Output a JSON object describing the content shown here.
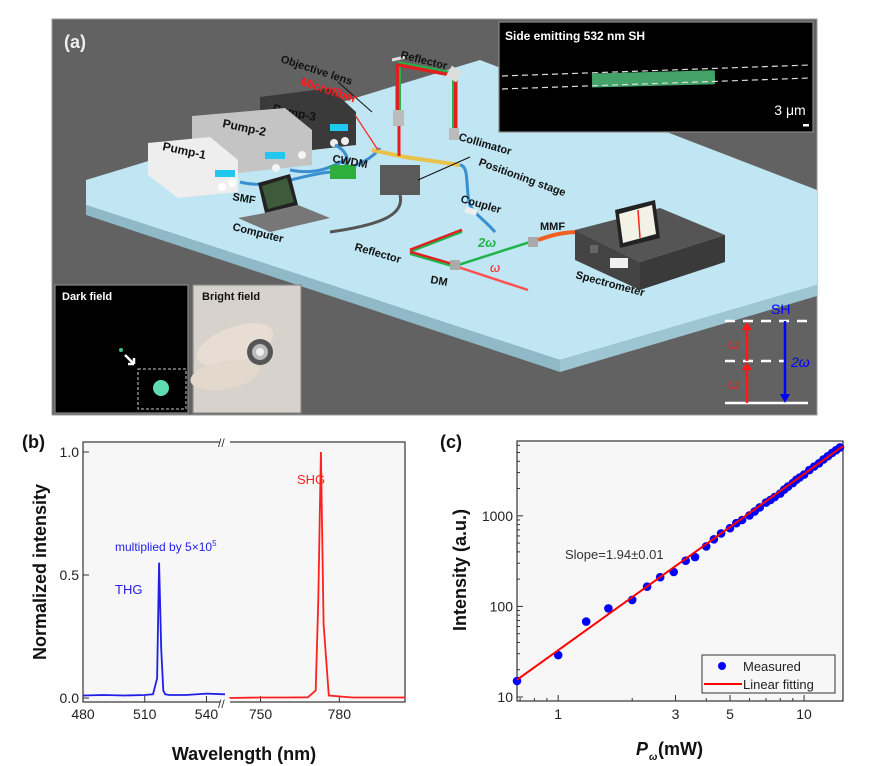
{
  "panel_a": {
    "label": "(a)",
    "components": {
      "pump1": "Pump-1",
      "pump2": "Pump-2",
      "pump3": "Pump-3",
      "smf": "SMF",
      "cwdm": "CWDM",
      "microfiber": "Microfiber",
      "objective_lens": "Objective lens",
      "reflector_top": "Reflector",
      "collimator": "Collimator",
      "positioning_stage": "Positioning stage",
      "coupler": "Coupler",
      "computer": "Computer",
      "reflector_bottom": "Reflector",
      "dm": "DM",
      "two_omega": "2ω",
      "omega": "ω",
      "mmf": "MMF",
      "spectrometer": "Spectrometer"
    },
    "inset_top": {
      "title": "Side emitting 532 nm SH",
      "scale_bar": "3 μm"
    },
    "inset_dark": {
      "title": "Dark field"
    },
    "inset_bright": {
      "title": "Bright field"
    },
    "energy_diagram": {
      "sh_label": "SH",
      "omega1": "ω",
      "omega2": "ω",
      "two_omega": "2ω"
    },
    "colors": {
      "background": "#626262",
      "table": "#bfe6f2",
      "red": "#ff1a1a",
      "green": "#22b34a",
      "blue": "#0000ff"
    }
  },
  "chart_data": [
    {
      "panel": "(b)",
      "type": "line",
      "xlabel": "Wavelength (nm)",
      "ylabel": "Normalized intensity",
      "ylim": [
        0,
        1.0
      ],
      "yticks": [
        "0.0",
        "0.5",
        "1.0"
      ],
      "segments": [
        {
          "xlim": [
            480,
            549
          ],
          "xticks": [
            "480",
            "510",
            "540"
          ]
        },
        {
          "xlim": [
            738,
            805
          ],
          "xticks": [
            "750",
            "780"
          ]
        }
      ],
      "axis_break": "//",
      "series": [
        {
          "name": "THG",
          "color": "#1f1fe6",
          "x": [
            480,
            490,
            500,
            510,
            514,
            516,
            517,
            518,
            519,
            520,
            522,
            530,
            540,
            549
          ],
          "y": [
            0.01,
            0.012,
            0.01,
            0.012,
            0.015,
            0.08,
            0.55,
            0.2,
            0.03,
            0.015,
            0.012,
            0.012,
            0.018,
            0.015
          ]
        },
        {
          "name": "SHG",
          "color": "#ff2020",
          "x": [
            738,
            750,
            760,
            768,
            771,
            772,
            773,
            774,
            776,
            785,
            805
          ],
          "y": [
            0.0,
            0.002,
            0.002,
            0.003,
            0.03,
            0.4,
            1.0,
            0.3,
            0.01,
            0.002,
            0.002
          ]
        }
      ],
      "annotations": [
        {
          "text": "SHG",
          "color": "#ff2020"
        },
        {
          "text": "THG",
          "color": "#1f1fe6"
        },
        {
          "text": "multiplied by 5×10",
          "sup": "5",
          "color": "#1f1fe6"
        }
      ]
    },
    {
      "panel": "(c)",
      "type": "scatter",
      "xscale": "log",
      "yscale": "log",
      "xlabel_main": "P",
      "xlabel_sub": "ω",
      "xlabel_unit": " (mW)",
      "ylabel": "Intensity (a.u.)",
      "xlim": [
        0.68,
        14.4
      ],
      "ylim": [
        10,
        6700
      ],
      "xticks": [
        1,
        3,
        5,
        10
      ],
      "xtick_labels": [
        "1",
        "3",
        "5",
        "10"
      ],
      "yticks": [
        10,
        100,
        1000
      ],
      "ytick_labels": [
        "10",
        "100",
        "1000"
      ],
      "annotation": "Slope=1.94±0.01",
      "legend": {
        "position": "bottom-right",
        "entries": [
          "Measured",
          "Linear fitting"
        ]
      },
      "series": [
        {
          "name": "Measured",
          "color": "#0000ff",
          "x": [
            0.68,
            1.0,
            1.3,
            1.6,
            2.0,
            2.3,
            2.6,
            2.95,
            3.3,
            3.6,
            4.0,
            4.3,
            4.6,
            5.0,
            5.3,
            5.6,
            6.0,
            6.3,
            6.6,
            7.0,
            7.3,
            7.6,
            8.0,
            8.3,
            8.6,
            9.0,
            9.3,
            9.6,
            10.0,
            10.5,
            11.0,
            11.5,
            12.0,
            12.5,
            13.0,
            13.5,
            14.0
          ],
          "y": [
            15,
            29,
            68,
            95,
            118,
            165,
            210,
            240,
            320,
            350,
            460,
            550,
            640,
            730,
            830,
            900,
            1010,
            1120,
            1240,
            1400,
            1500,
            1620,
            1760,
            1950,
            2100,
            2300,
            2500,
            2650,
            2850,
            3200,
            3500,
            3800,
            4200,
            4550,
            4950,
            5300,
            5700
          ]
        },
        {
          "name": "Linear fitting",
          "color": "#ff0000",
          "type": "line",
          "slope": 1.94,
          "x": [
            0.68,
            14.4
          ],
          "y": [
            15.5,
            5900
          ]
        }
      ]
    }
  ]
}
